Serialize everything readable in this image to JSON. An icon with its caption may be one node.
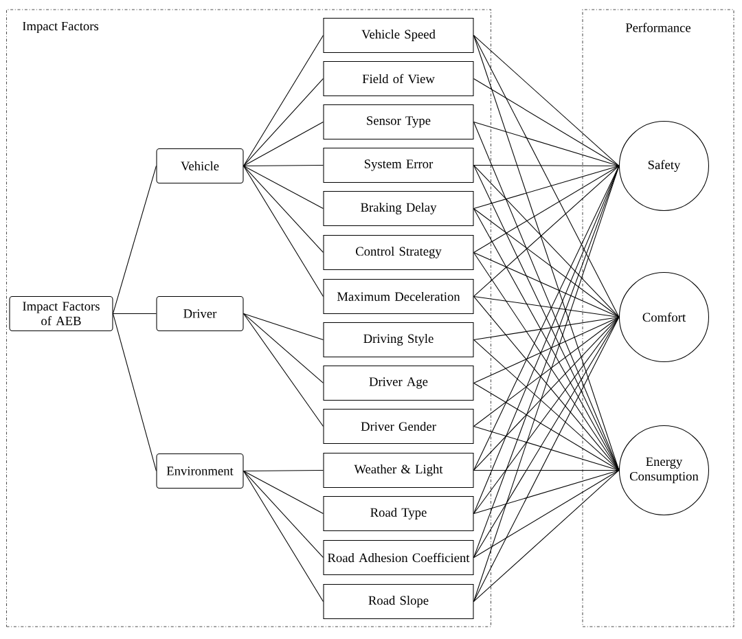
{
  "diagram": {
    "nodes": [
      {
        "text": [
          "Impact Factors"
        ]
      },
      {
        "text": [
          "Performance"
        ]
      },
      {
        "text": [
          "Impact Factors of AEB"
        ],
        "in": 0
      },
      {
        "text": [
          "Vehicle"
        ],
        "in": 0
      },
      {
        "text": [
          "Driver"
        ],
        "in": 0
      },
      {
        "text": [
          "Environment"
        ],
        "in": 0
      },
      {
        "text": [
          "Vehicle Speed"
        ],
        "in": 0
      },
      {
        "text": [
          "Field of View"
        ],
        "in": 0
      },
      {
        "text": [
          "Sensor Type"
        ],
        "in": 0
      },
      {
        "text": [
          "System Error"
        ],
        "in": 0
      },
      {
        "text": [
          "Braking Delay"
        ],
        "in": 0
      },
      {
        "text": [
          "Control Strategy"
        ],
        "in": 0
      },
      {
        "text": [
          "Maximum Deceleration"
        ],
        "in": 0
      },
      {
        "text": [
          "Driving Style"
        ],
        "in": 0
      },
      {
        "text": [
          "Driver Age"
        ],
        "in": 0
      },
      {
        "text": [
          "Driver Gender"
        ],
        "in": 0
      },
      {
        "text": [
          "Weather & Light"
        ],
        "in": 0
      },
      {
        "text": [
          "Road Type"
        ],
        "in": 0
      },
      {
        "text": [
          "Road Adhesion Coefficient"
        ],
        "in": 0
      },
      {
        "text": [
          "Road Slope"
        ],
        "in": 0
      },
      {
        "text": [
          "Safety"
        ],
        "in": 1
      },
      {
        "text": [
          "Comfort"
        ],
        "in": 1
      },
      {
        "text": [
          "Energy Consumption"
        ],
        "in": 1
      }
    ],
    "edges": [
      {
        "from": 2,
        "to": 3,
        "arrow": "none"
      },
      {
        "from": 2,
        "to": 4,
        "arrow": "none"
      },
      {
        "from": 2,
        "to": 5,
        "arrow": "none"
      },
      {
        "from": 3,
        "to": 6,
        "arrow": "none"
      },
      {
        "from": 3,
        "to": 7,
        "arrow": "none"
      },
      {
        "from": 3,
        "to": 8,
        "arrow": "none"
      },
      {
        "from": 3,
        "to": 9,
        "arrow": "none"
      },
      {
        "from": 3,
        "to": 10,
        "arrow": "none"
      },
      {
        "from": 3,
        "to": 11,
        "arrow": "none"
      },
      {
        "from": 3,
        "to": 12,
        "arrow": "none"
      },
      {
        "from": 4,
        "to": 13,
        "arrow": "none"
      },
      {
        "from": 4,
        "to": 14,
        "arrow": "none"
      },
      {
        "from": 4,
        "to": 15,
        "arrow": "none"
      },
      {
        "from": 5,
        "to": 16,
        "arrow": "none"
      },
      {
        "from": 5,
        "to": 17,
        "arrow": "none"
      },
      {
        "from": 5,
        "to": 18,
        "arrow": "none"
      },
      {
        "from": 5,
        "to": 19,
        "arrow": "none"
      },
      {
        "from": 6,
        "to": 20,
        "arrow": "none"
      },
      {
        "from": 6,
        "to": 21,
        "arrow": "none"
      },
      {
        "from": 6,
        "to": 22,
        "arrow": "none"
      },
      {
        "from": 7,
        "to": 20,
        "arrow": "none"
      },
      {
        "from": 8,
        "to": 20,
        "arrow": "none"
      },
      {
        "from": 8,
        "to": 22,
        "arrow": "none"
      },
      {
        "from": 9,
        "to": 20,
        "arrow": "none"
      },
      {
        "from": 9,
        "to": 21,
        "arrow": "none"
      },
      {
        "from": 9,
        "to": 22,
        "arrow": "none"
      },
      {
        "from": 10,
        "to": 20,
        "arrow": "none"
      },
      {
        "from": 10,
        "to": 21,
        "arrow": "none"
      },
      {
        "from": 10,
        "to": 22,
        "arrow": "none"
      },
      {
        "from": 11,
        "to": 20,
        "arrow": "none"
      },
      {
        "from": 11,
        "to": 21,
        "arrow": "none"
      },
      {
        "from": 11,
        "to": 22,
        "arrow": "none"
      },
      {
        "from": 12,
        "to": 20,
        "arrow": "none"
      },
      {
        "from": 12,
        "to": 21,
        "arrow": "none"
      },
      {
        "from": 12,
        "to": 22,
        "arrow": "none"
      },
      {
        "from": 13,
        "to": 21,
        "arrow": "none"
      },
      {
        "from": 13,
        "to": 22,
        "arrow": "none"
      },
      {
        "from": 14,
        "to": 21,
        "arrow": "none"
      },
      {
        "from": 14,
        "to": 22,
        "arrow": "none"
      },
      {
        "from": 15,
        "to": 21,
        "arrow": "none"
      },
      {
        "from": 15,
        "to": 22,
        "arrow": "none"
      },
      {
        "from": 16,
        "to": 20,
        "arrow": "none"
      },
      {
        "from": 16,
        "to": 21,
        "arrow": "none"
      },
      {
        "from": 16,
        "to": 22,
        "arrow": "none"
      },
      {
        "from": 17,
        "to": 20,
        "arrow": "none"
      },
      {
        "from": 17,
        "to": 21,
        "arrow": "none"
      },
      {
        "from": 17,
        "to": 22,
        "arrow": "none"
      },
      {
        "from": 18,
        "to": 20,
        "arrow": "none"
      },
      {
        "from": 18,
        "to": 21,
        "arrow": "none"
      },
      {
        "from": 18,
        "to": 22,
        "arrow": "none"
      },
      {
        "from": 19,
        "to": 20,
        "arrow": "none"
      },
      {
        "from": 19,
        "to": 21,
        "arrow": "none"
      },
      {
        "from": 19,
        "to": 22,
        "arrow": "none"
      }
    ]
  }
}
